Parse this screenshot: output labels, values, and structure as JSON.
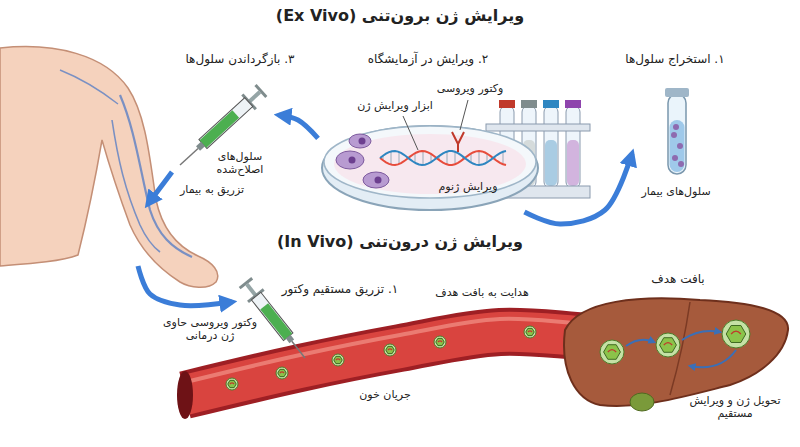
{
  "diagram": {
    "title": "ویرایش ژن برون‌تنی (Ex Vivo)",
    "nodes": [
      {
        "text": [
          "سلول‌های بیمار"
        ]
      },
      {
        "text": [
          "ابزار ویرایش ژن",
          "وکتور ویروسی",
          "ویرایش ژنوم"
        ]
      },
      {
        "text": [
          "سلول‌های اصلاح‌شده"
        ]
      },
      {
        "text": [
          "وکتور ویروسی حاوی ژن درمانی"
        ]
      },
      {
        "text": [
          "بافت هدف",
          "تحویل ژن و ویرایش مستقیم"
        ]
      }
    ],
    "edges": [
      {
        "from": 1,
        "to": 0,
        "arrow": "to"
      },
      {
        "from": 1,
        "to": 2,
        "arrow": "to"
      }
    ],
    "labels": [
      "۳. بازگرداندن سلول‌ها",
      "۲. ویرایش در آزمایشگاه",
      "۱. استخراج سلول‌ها",
      "تزریق به بیمار",
      "ویرایش ژن درون‌تنی (In Vivo)",
      "۱. تزریق مستقیم وکتور",
      "هدایت به بافت هدف",
      "جریان خون"
    ]
  }
}
